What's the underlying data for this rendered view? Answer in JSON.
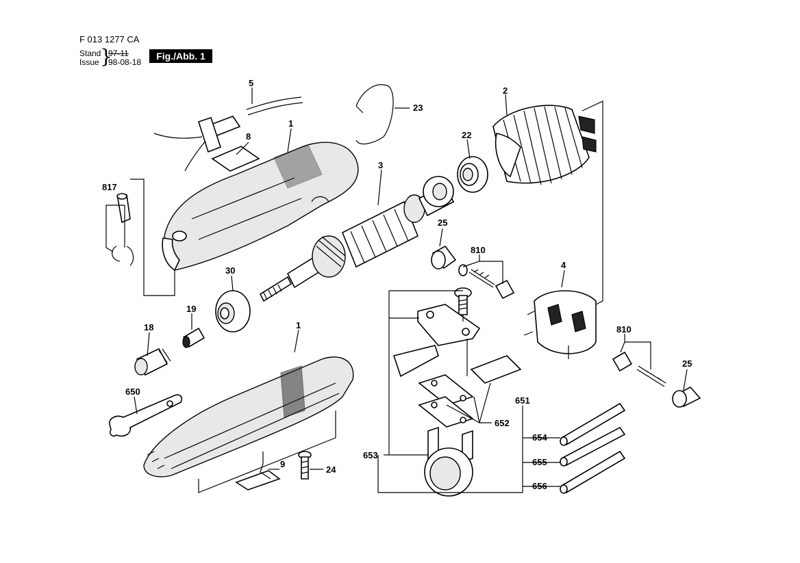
{
  "header": {
    "doc_id": "F 013 1277 CA",
    "stand_label": "Stand",
    "stand_value": "97-11",
    "issue_label": "Issue",
    "issue_value": "98-08-18",
    "figure_label": "Fig./Abb. 1"
  },
  "callouts": [
    {
      "id": "c5",
      "text": "5"
    },
    {
      "id": "c23",
      "text": "23"
    },
    {
      "id": "c1a",
      "text": "1"
    },
    {
      "id": "c8",
      "text": "8"
    },
    {
      "id": "c2",
      "text": "2"
    },
    {
      "id": "c22",
      "text": "22"
    },
    {
      "id": "c3",
      "text": "3"
    },
    {
      "id": "c817",
      "text": "817"
    },
    {
      "id": "c25a",
      "text": "25"
    },
    {
      "id": "c810a",
      "text": "810"
    },
    {
      "id": "c4",
      "text": "4"
    },
    {
      "id": "c30",
      "text": "30"
    },
    {
      "id": "c19",
      "text": "19"
    },
    {
      "id": "c18",
      "text": "18"
    },
    {
      "id": "c1b",
      "text": "1"
    },
    {
      "id": "c810b",
      "text": "810"
    },
    {
      "id": "c25b",
      "text": "25"
    },
    {
      "id": "c650",
      "text": "650"
    },
    {
      "id": "c651",
      "text": "651"
    },
    {
      "id": "c652",
      "text": "652"
    },
    {
      "id": "c654",
      "text": "654"
    },
    {
      "id": "c655",
      "text": "655"
    },
    {
      "id": "c656",
      "text": "656"
    },
    {
      "id": "c653",
      "text": "653"
    },
    {
      "id": "c9",
      "text": "9"
    },
    {
      "id": "c24",
      "text": "24"
    }
  ]
}
